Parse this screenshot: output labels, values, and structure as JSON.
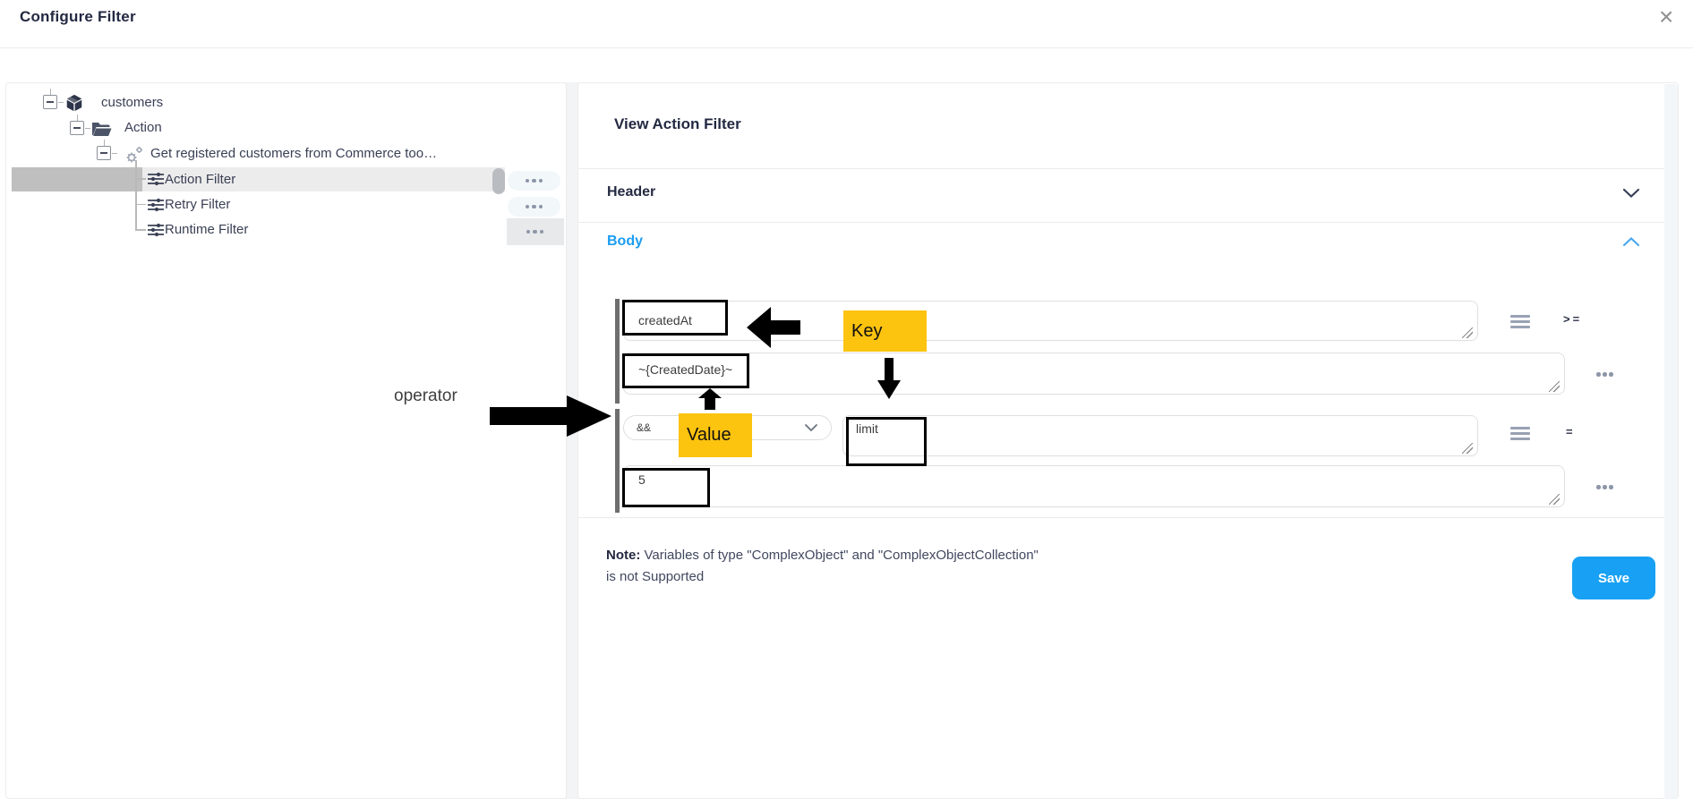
{
  "dialog": {
    "title": "Configure Filter",
    "close_icon": "×"
  },
  "tree": {
    "items": [
      {
        "label": "customers",
        "icon": "package"
      },
      {
        "label": "Action",
        "icon": "folder-open"
      },
      {
        "label": "Get registered customers from Commerce too…",
        "icon": "gears"
      },
      {
        "label": "Action Filter",
        "icon": "sliders",
        "selected": true
      },
      {
        "label": "Retry Filter",
        "icon": "sliders"
      },
      {
        "label": "Runtime Filter",
        "icon": "sliders"
      }
    ]
  },
  "panel": {
    "title": "View Action Filter",
    "sections": [
      {
        "label": "Header",
        "state": "collapsed"
      },
      {
        "label": "Body",
        "state": "expanded"
      }
    ],
    "conditions": [
      {
        "key": "createdAt",
        "operator": ">=",
        "value": "~{CreatedDate}~",
        "logical": ""
      },
      {
        "key": "limit",
        "operator": "=",
        "value": "5",
        "logical": "&&"
      }
    ],
    "note": {
      "prefix": "Note:",
      "line1": " Variables of type \"ComplexObject\" and \"ComplexObjectCollection\"",
      "line2": "is not Supported"
    },
    "save_label": "Save"
  },
  "annotations": {
    "key_label": "Key",
    "value_label": "Value",
    "operator_label": "operator",
    "highlight_color": "#fcc30f"
  },
  "colors": {
    "accent_blue": "#1b9df2",
    "save_blue": "#18a1f4",
    "dark_navy": "#232942"
  }
}
